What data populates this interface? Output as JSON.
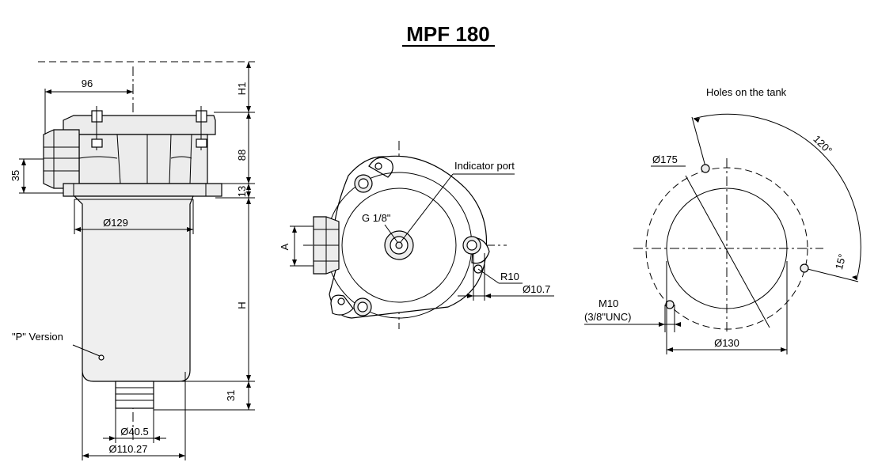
{
  "title": "MPF 180",
  "side_view": {
    "dims": {
      "w96": "96",
      "h1": "H1",
      "d88": "88",
      "d35": "35",
      "d13": "13",
      "d129": "Ø129",
      "h": "H",
      "d31": "31",
      "d40": "Ø40.5",
      "d110": "Ø110.27"
    },
    "p_version": "\"P\" Version"
  },
  "top_view": {
    "indicator_port": "Indicator port",
    "g18": "G 1/8\"",
    "a": "A",
    "r10": "R10",
    "d107": "Ø10.7"
  },
  "tank_view": {
    "holes_title": "Holes on the tank",
    "d175": "Ø175",
    "a120": "120°",
    "a15": "15°",
    "m10": "M10",
    "unc": "(3/8\"UNC)",
    "d130": "Ø130"
  }
}
